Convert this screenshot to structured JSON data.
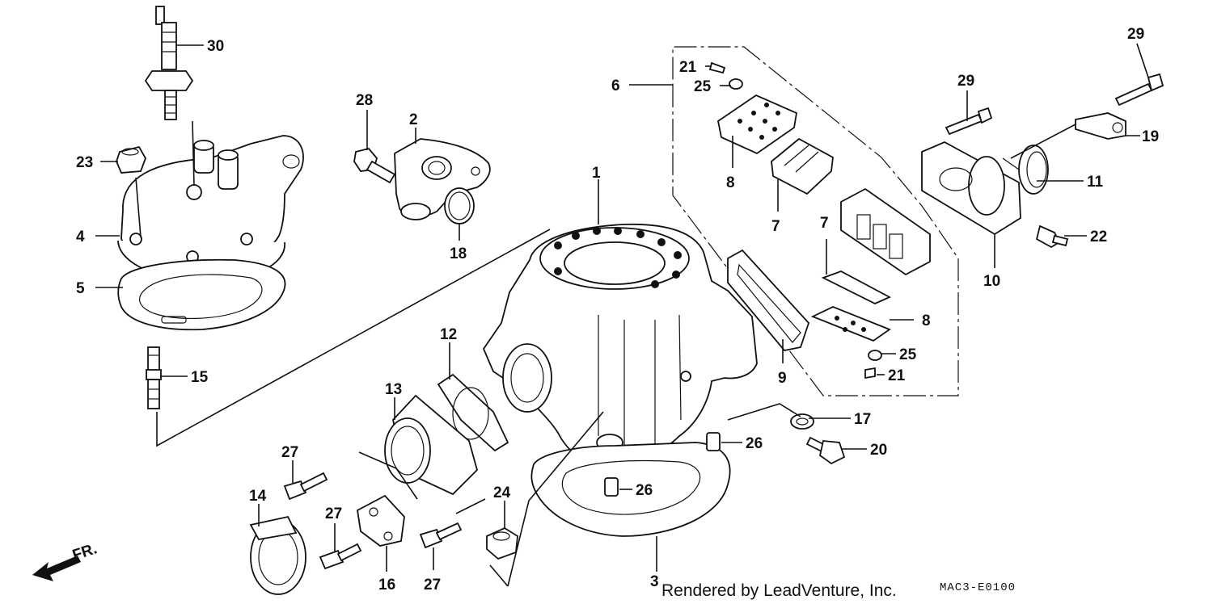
{
  "callouts": [
    {
      "id": "1",
      "label": "1"
    },
    {
      "id": "2",
      "label": "2"
    },
    {
      "id": "3",
      "label": "3"
    },
    {
      "id": "4",
      "label": "4"
    },
    {
      "id": "5",
      "label": "5"
    },
    {
      "id": "6",
      "label": "6"
    },
    {
      "id": "7a",
      "label": "7"
    },
    {
      "id": "7b",
      "label": "7"
    },
    {
      "id": "8a",
      "label": "8"
    },
    {
      "id": "8b",
      "label": "8"
    },
    {
      "id": "9",
      "label": "9"
    },
    {
      "id": "10",
      "label": "10"
    },
    {
      "id": "11",
      "label": "11"
    },
    {
      "id": "12",
      "label": "12"
    },
    {
      "id": "13",
      "label": "13"
    },
    {
      "id": "14",
      "label": "14"
    },
    {
      "id": "15",
      "label": "15"
    },
    {
      "id": "16",
      "label": "16"
    },
    {
      "id": "17",
      "label": "17"
    },
    {
      "id": "18",
      "label": "18"
    },
    {
      "id": "19",
      "label": "19"
    },
    {
      "id": "20",
      "label": "20"
    },
    {
      "id": "21a",
      "label": "21"
    },
    {
      "id": "21b",
      "label": "21"
    },
    {
      "id": "22",
      "label": "22"
    },
    {
      "id": "23",
      "label": "23"
    },
    {
      "id": "24",
      "label": "24"
    },
    {
      "id": "25a",
      "label": "25"
    },
    {
      "id": "25b",
      "label": "25"
    },
    {
      "id": "26a",
      "label": "26"
    },
    {
      "id": "26b",
      "label": "26"
    },
    {
      "id": "27a",
      "label": "27"
    },
    {
      "id": "27b",
      "label": "27"
    },
    {
      "id": "27c",
      "label": "27"
    },
    {
      "id": "28",
      "label": "28"
    },
    {
      "id": "29a",
      "label": "29"
    },
    {
      "id": "29b",
      "label": "29"
    },
    {
      "id": "30",
      "label": "30"
    }
  ],
  "direction_label": "FR.",
  "watermark": "Rendered by LeadVenture, Inc.",
  "diagram_code": "MAC3-E0100"
}
